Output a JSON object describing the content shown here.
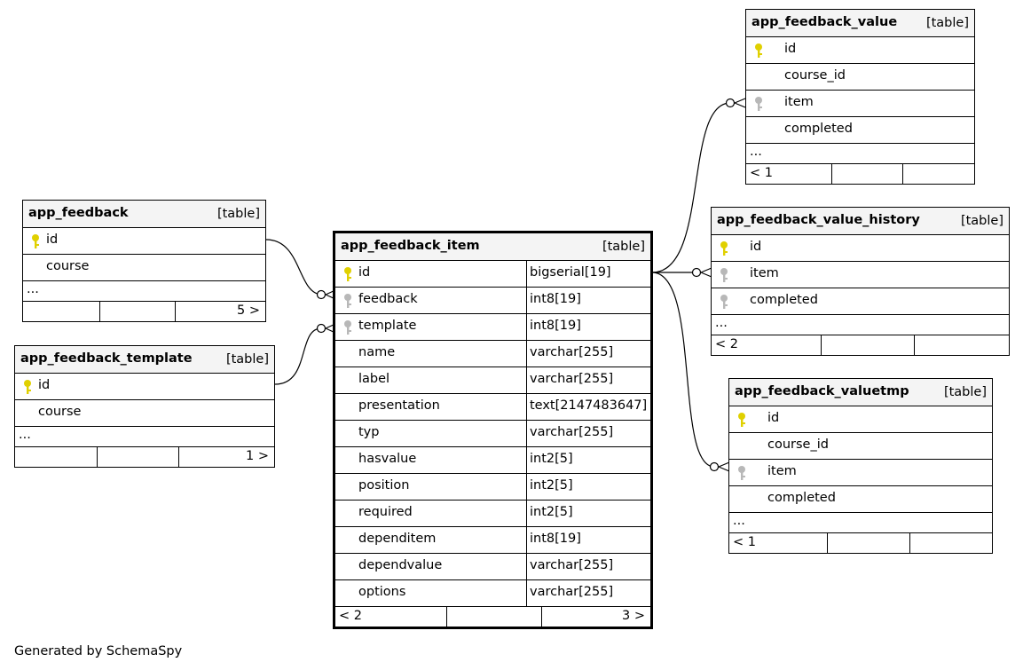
{
  "footer_text": "Generated by SchemaSpy",
  "type_label": "[table]",
  "ellipsis": "...",
  "tables": {
    "app_feedback": {
      "name": "app_feedback",
      "columns": [
        {
          "name": "id",
          "key": "primary-key"
        },
        {
          "name": "course",
          "key": "none"
        }
      ],
      "foot_left": "",
      "foot_right": "5 >"
    },
    "app_feedback_template": {
      "name": "app_feedback_template",
      "columns": [
        {
          "name": "id",
          "key": "primary-key"
        },
        {
          "name": "course",
          "key": "none"
        }
      ],
      "foot_left": "",
      "foot_right": "1 >"
    },
    "app_feedback_item": {
      "name": "app_feedback_item",
      "columns": [
        {
          "name": "id",
          "type": "bigserial[19]",
          "key": "primary-key"
        },
        {
          "name": "feedback",
          "type": "int8[19]",
          "key": "foreign-key"
        },
        {
          "name": "template",
          "type": "int8[19]",
          "key": "foreign-key"
        },
        {
          "name": "name",
          "type": "varchar[255]",
          "key": "none"
        },
        {
          "name": "label",
          "type": "varchar[255]",
          "key": "none"
        },
        {
          "name": "presentation",
          "type": "text[2147483647]",
          "key": "none"
        },
        {
          "name": "typ",
          "type": "varchar[255]",
          "key": "none"
        },
        {
          "name": "hasvalue",
          "type": "int2[5]",
          "key": "none"
        },
        {
          "name": "position",
          "type": "int2[5]",
          "key": "none"
        },
        {
          "name": "required",
          "type": "int2[5]",
          "key": "none"
        },
        {
          "name": "dependitem",
          "type": "int8[19]",
          "key": "none"
        },
        {
          "name": "dependvalue",
          "type": "varchar[255]",
          "key": "none"
        },
        {
          "name": "options",
          "type": "varchar[255]",
          "key": "none"
        }
      ],
      "foot_left": "< 2",
      "foot_right": "3 >"
    },
    "app_feedback_value": {
      "name": "app_feedback_value",
      "columns": [
        {
          "name": "id",
          "key": "primary-key"
        },
        {
          "name": "course_id",
          "key": "none"
        },
        {
          "name": "item",
          "key": "foreign-key"
        },
        {
          "name": "completed",
          "key": "none"
        }
      ],
      "foot_left": "< 1",
      "foot_right": ""
    },
    "app_feedback_value_history": {
      "name": "app_feedback_value_history",
      "columns": [
        {
          "name": "id",
          "key": "primary-key"
        },
        {
          "name": "item",
          "key": "foreign-key"
        },
        {
          "name": "completed",
          "key": "foreign-key"
        }
      ],
      "foot_left": "< 2",
      "foot_right": ""
    },
    "app_feedback_valuetmp": {
      "name": "app_feedback_valuetmp",
      "columns": [
        {
          "name": "id",
          "key": "primary-key"
        },
        {
          "name": "course_id",
          "key": "none"
        },
        {
          "name": "item",
          "key": "foreign-key"
        },
        {
          "name": "completed",
          "key": "none"
        }
      ],
      "foot_left": "< 1",
      "foot_right": ""
    }
  },
  "colors": {
    "primary_key": "#e0d000",
    "foreign_key": "#b8b8b8",
    "header_bg": "#f4f4f4"
  }
}
